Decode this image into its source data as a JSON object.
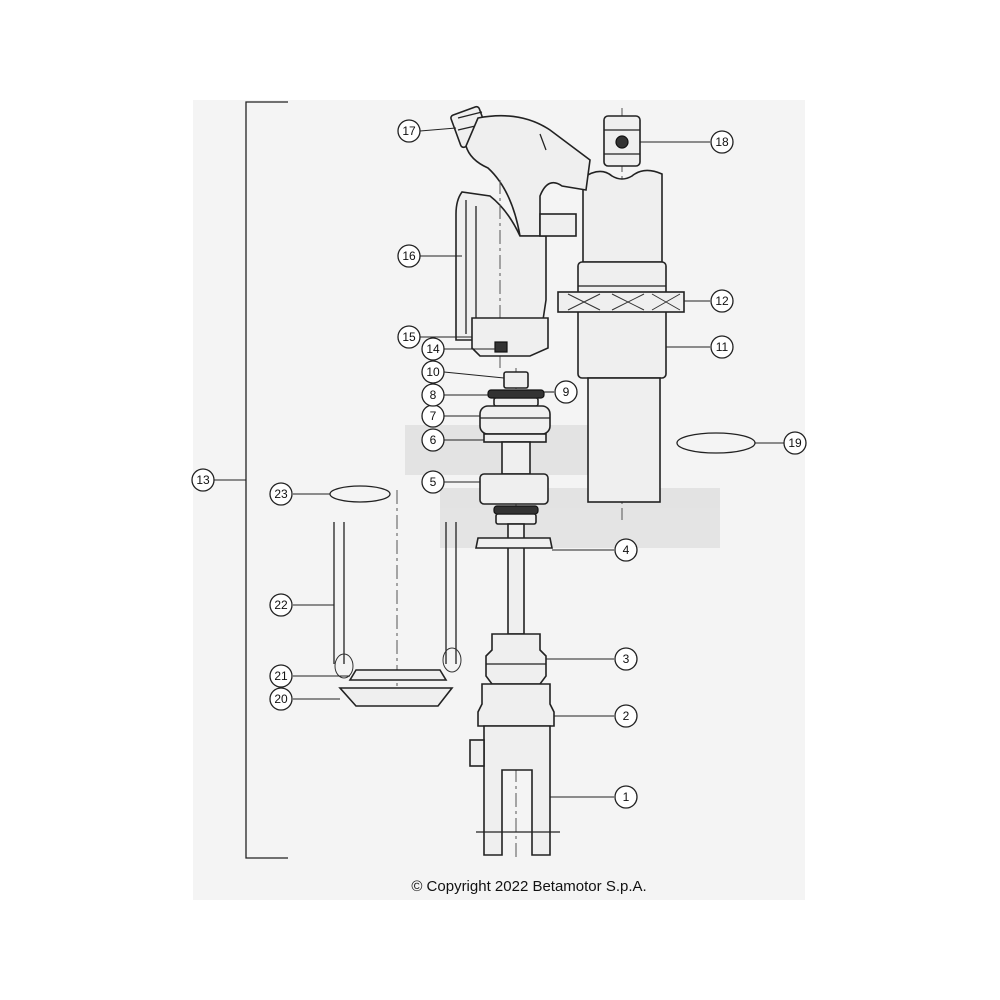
{
  "callouts": [
    {
      "id": "c1",
      "label": "1"
    },
    {
      "id": "c2",
      "label": "2"
    },
    {
      "id": "c3",
      "label": "3"
    },
    {
      "id": "c4",
      "label": "4"
    },
    {
      "id": "c5",
      "label": "5"
    },
    {
      "id": "c6",
      "label": "6"
    },
    {
      "id": "c7",
      "label": "7"
    },
    {
      "id": "c8",
      "label": "8"
    },
    {
      "id": "c9",
      "label": "9"
    },
    {
      "id": "c10",
      "label": "10"
    },
    {
      "id": "c11",
      "label": "11"
    },
    {
      "id": "c12",
      "label": "12"
    },
    {
      "id": "c13",
      "label": "13"
    },
    {
      "id": "c14",
      "label": "14"
    },
    {
      "id": "c15",
      "label": "15"
    },
    {
      "id": "c16",
      "label": "16"
    },
    {
      "id": "c17",
      "label": "17"
    },
    {
      "id": "c18",
      "label": "18"
    },
    {
      "id": "c19",
      "label": "19"
    },
    {
      "id": "c20",
      "label": "20"
    },
    {
      "id": "c21",
      "label": "21"
    },
    {
      "id": "c22",
      "label": "22"
    },
    {
      "id": "c23",
      "label": "23"
    }
  ],
  "copyright": "© Copyright 2022 Betamotor S.p.A."
}
